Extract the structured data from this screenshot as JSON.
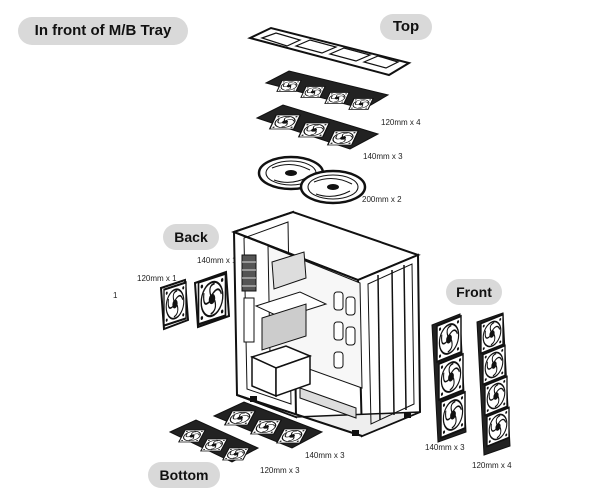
{
  "labels": {
    "mb_tray": "In front of M/B Tray",
    "top": "Top",
    "back": "Back",
    "front": "Front",
    "bottom": "Bottom"
  },
  "captions": {
    "top_120": "120mm x 4",
    "top_140": "140mm x 3",
    "top_200": "200mm x 2",
    "back_140": "140mm x 1",
    "back_120": "120mm x 1",
    "front_140": "140mm x 3",
    "front_120": "120mm x 4",
    "bottom_140": "140mm x 3",
    "bottom_120": "120mm x 3"
  },
  "stray_mark": "1"
}
